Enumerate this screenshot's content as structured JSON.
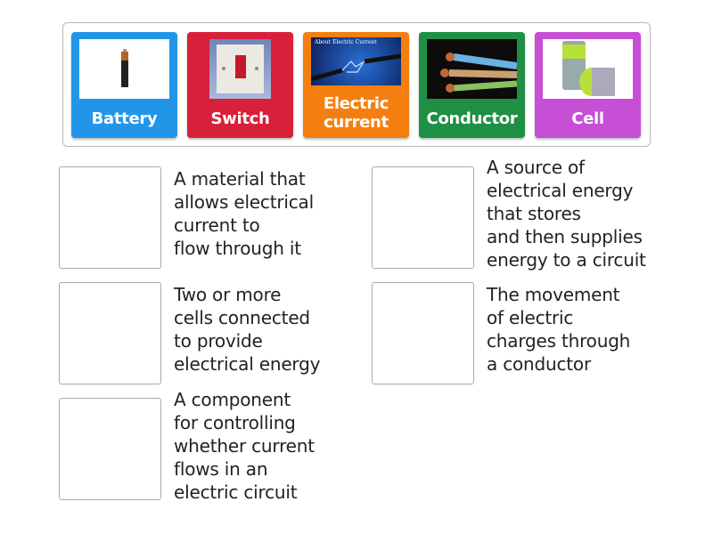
{
  "tiles": [
    {
      "label": "Battery",
      "color": "#2196e8",
      "image": "aa-battery"
    },
    {
      "label": "Switch",
      "color": "#d8203a",
      "image": "wall-switch"
    },
    {
      "label": "Electric current",
      "color": "#f57f0e",
      "image": "electric-spark",
      "image_caption": "About Electric Current"
    },
    {
      "label": "Conductor",
      "color": "#1f8f45",
      "image": "copper-wires"
    },
    {
      "label": "Cell",
      "color": "#c64fd6",
      "image": "d-cell-batteries"
    }
  ],
  "definitions": [
    {
      "lines": [
        "A material that",
        "allows electrical",
        "current to",
        "flow through it"
      ]
    },
    {
      "lines": [
        "A source of",
        "electrical energy",
        "that stores",
        "and then supplies",
        "energy to a circuit"
      ]
    },
    {
      "lines": [
        "Two or more",
        "cells connected",
        "to provide",
        "electrical energy"
      ]
    },
    {
      "lines": [
        "The movement",
        "of electric",
        "charges through",
        "a conductor"
      ]
    },
    {
      "lines": [
        "A component",
        "for controlling",
        "whether current",
        "flows in an",
        "electric circuit"
      ]
    }
  ]
}
